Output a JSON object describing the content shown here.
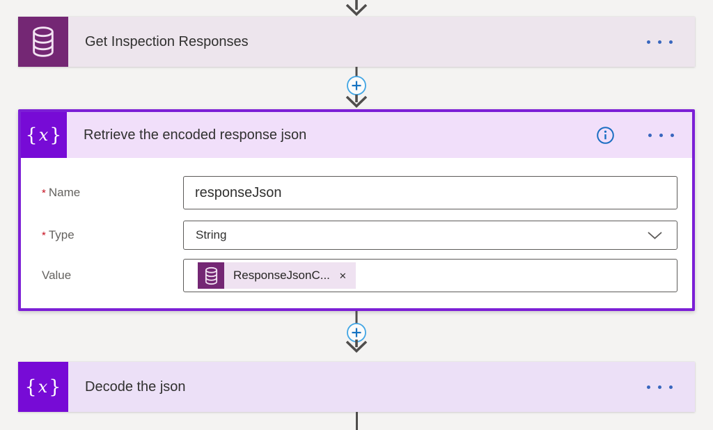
{
  "cards": {
    "card1": {
      "title": "Get Inspection Responses",
      "icon": "database-icon",
      "menu_icon": "ellipsis-icon"
    },
    "card2": {
      "title": "Retrieve the encoded response json",
      "icon": "variable-x-icon",
      "selected": true,
      "icon_glyph": {
        "open": "{",
        "x": "x",
        "close": "}"
      },
      "header_icons": [
        "info-icon",
        "ellipsis-icon"
      ],
      "fields": {
        "name": {
          "label": "Name",
          "required_marker": "*",
          "value": "responseJson"
        },
        "type": {
          "label": "Type",
          "required_marker": "*",
          "value": "String",
          "control": "dropdown"
        },
        "value": {
          "label": "Value",
          "token": {
            "label": "ResponseJsonC...",
            "remove_glyph": "✕",
            "icon": "database-icon"
          }
        }
      }
    },
    "card3": {
      "title": "Decode the json",
      "icon": "variable-x-icon",
      "icon_glyph": {
        "open": "{",
        "x": "x",
        "close": "}"
      },
      "menu_icon": "ellipsis-icon"
    }
  },
  "connectors": {
    "insert_icon": "plus-circle-icon",
    "arrow_icon": "arrow-down-icon"
  },
  "colors": {
    "canvas_bg": "#F4F3F2",
    "sql_tile": "#742774",
    "variable_tile": "#770BD6",
    "selected_border": "#7C1FD6",
    "card1_bg": "#EDE5ED",
    "card2_header_bg": "#F1DFFA",
    "card3_bg": "#ECE0F7",
    "accent_blue": "#1B6EC2",
    "ellipsis_blue": "#3866BE",
    "required_red": "#C50F1F",
    "connector_gray": "#4F4D4C"
  }
}
